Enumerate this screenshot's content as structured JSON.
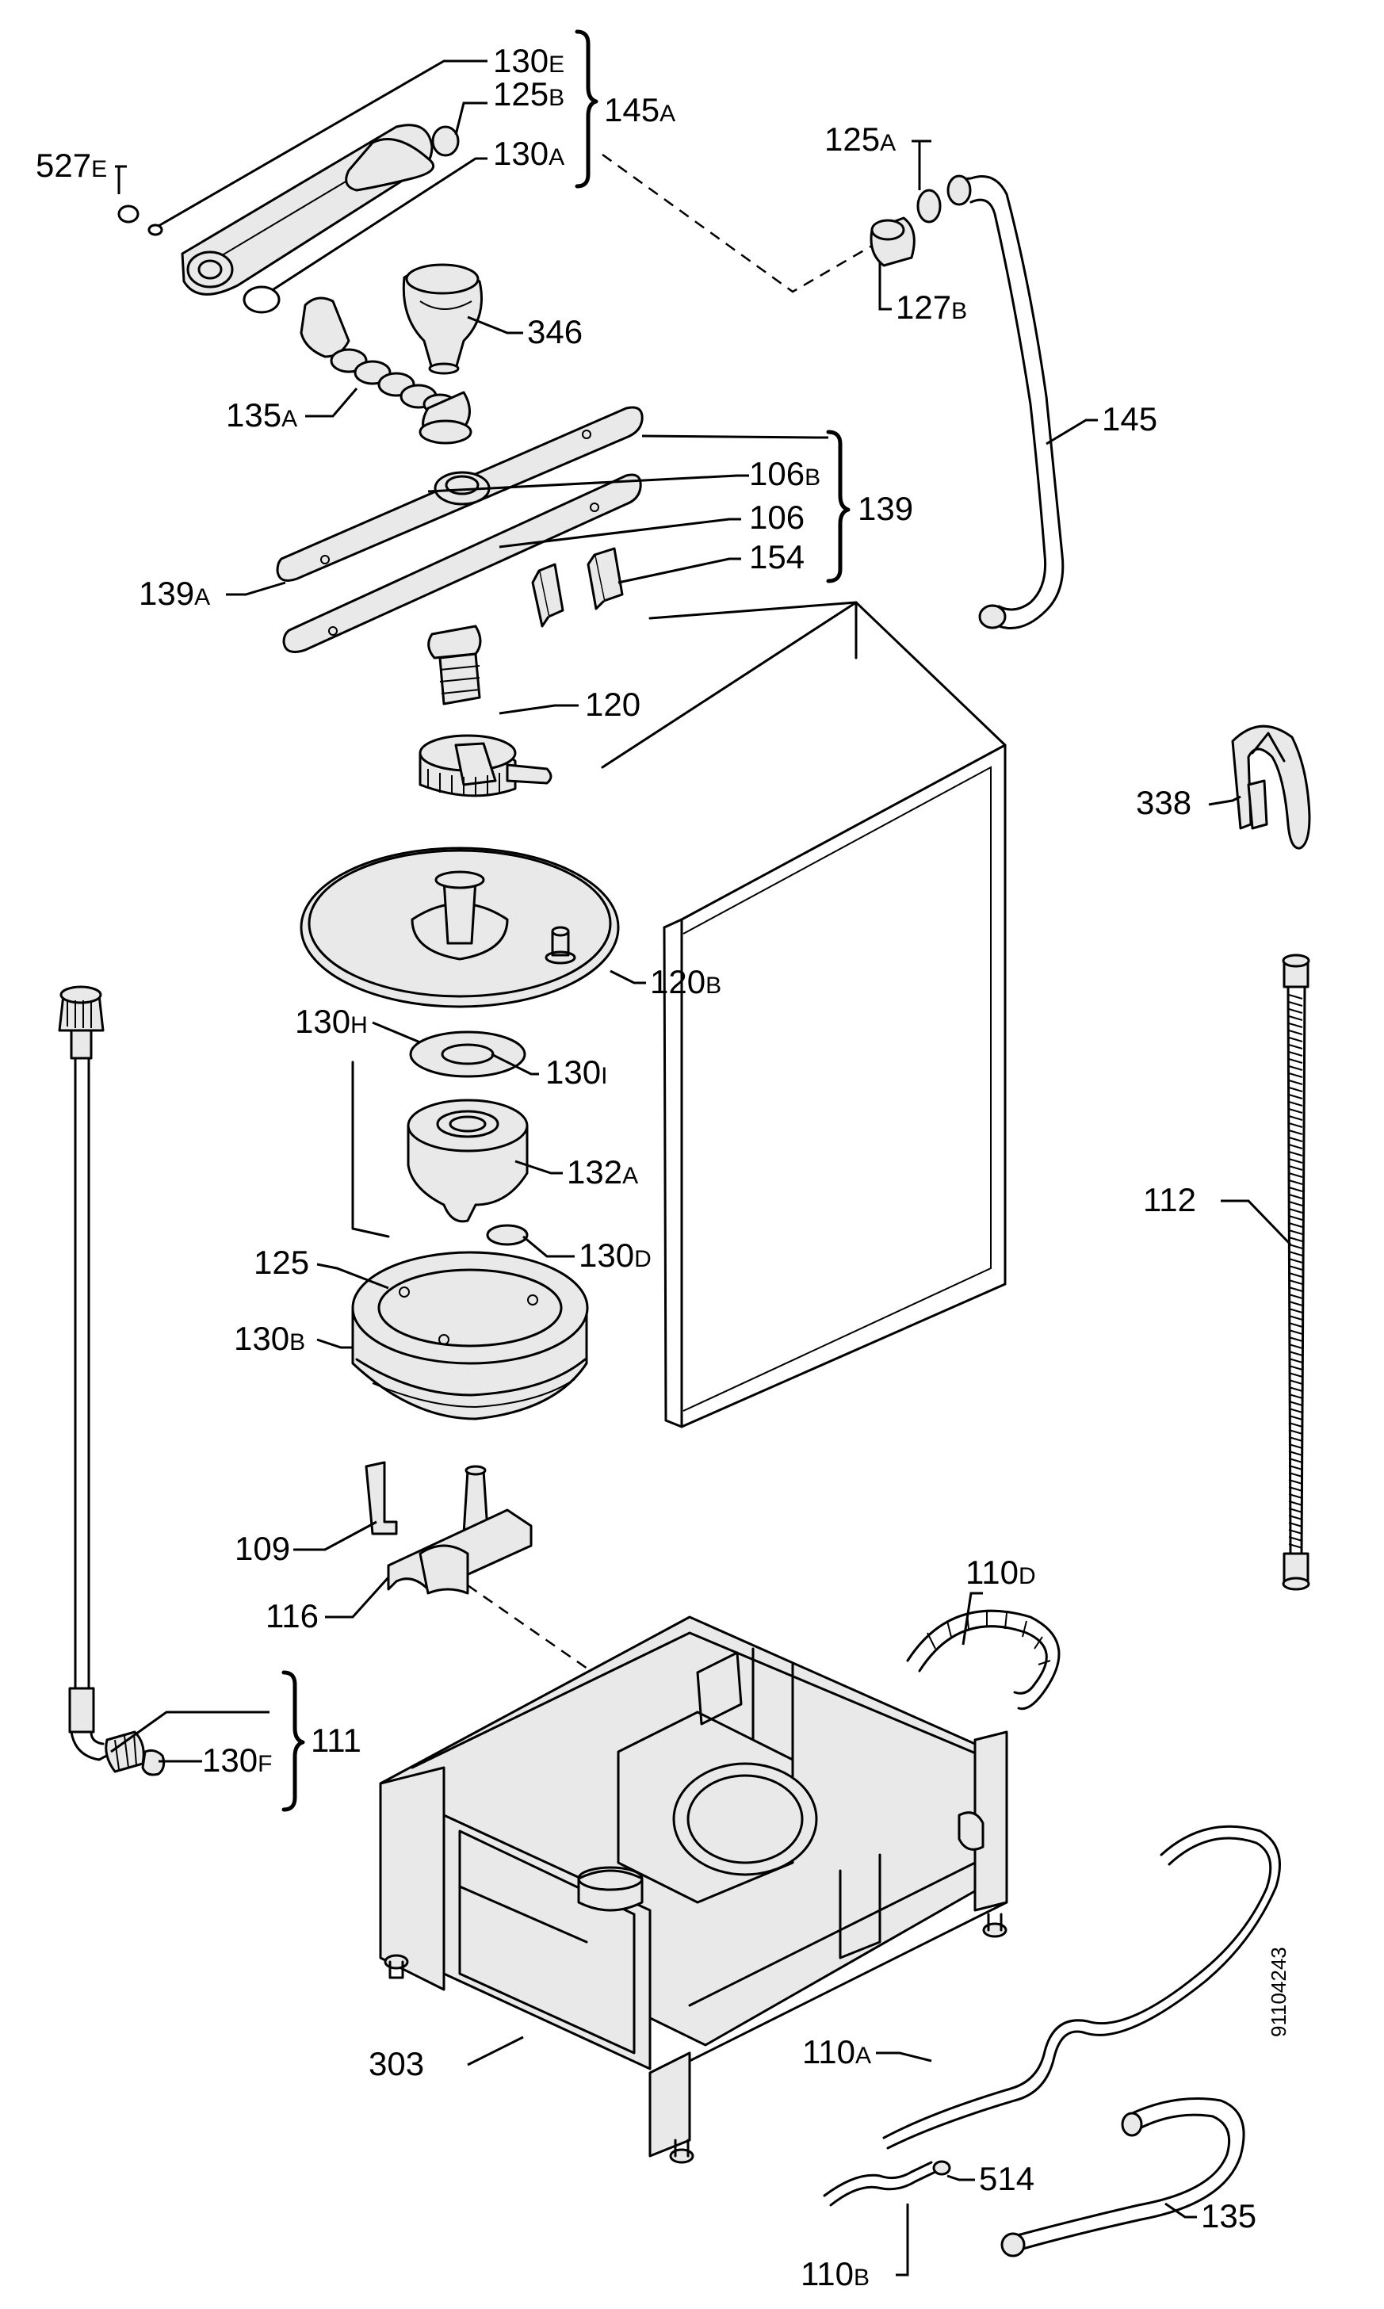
{
  "labels": {
    "l527e": {
      "num": "527",
      "suf": "E"
    },
    "l130e": {
      "num": "130",
      "suf": "E"
    },
    "l125b": {
      "num": "125",
      "suf": "B"
    },
    "l130a": {
      "num": "130",
      "suf": "A"
    },
    "l145a": {
      "num": "145",
      "suf": "A"
    },
    "l125a": {
      "num": "125",
      "suf": "A"
    },
    "l127b": {
      "num": "127",
      "suf": "B"
    },
    "l346": {
      "num": "346",
      "suf": ""
    },
    "l135a": {
      "num": "135",
      "suf": "A"
    },
    "l145": {
      "num": "145",
      "suf": ""
    },
    "l106b": {
      "num": "106",
      "suf": "B"
    },
    "l139": {
      "num": "139",
      "suf": ""
    },
    "l106": {
      "num": "106",
      "suf": ""
    },
    "l154": {
      "num": "154",
      "suf": ""
    },
    "l139a": {
      "num": "139",
      "suf": "A"
    },
    "l120": {
      "num": "120",
      "suf": ""
    },
    "l338": {
      "num": "338",
      "suf": ""
    },
    "l120b": {
      "num": "120",
      "suf": "B"
    },
    "l130h": {
      "num": "130",
      "suf": "H"
    },
    "l130i": {
      "num": "130",
      "suf": "I"
    },
    "l132a": {
      "num": "132",
      "suf": "A"
    },
    "l112": {
      "num": "112",
      "suf": ""
    },
    "l125": {
      "num": "125",
      "suf": ""
    },
    "l130d": {
      "num": "130",
      "suf": "D"
    },
    "l130b": {
      "num": "130",
      "suf": "B"
    },
    "l109": {
      "num": "109",
      "suf": ""
    },
    "l116": {
      "num": "116",
      "suf": ""
    },
    "l110d": {
      "num": "110",
      "suf": "D"
    },
    "l111": {
      "num": "111",
      "suf": ""
    },
    "l130f": {
      "num": "130",
      "suf": "F"
    },
    "l303": {
      "num": "303",
      "suf": ""
    },
    "l110a": {
      "num": "110",
      "suf": "A"
    },
    "l514": {
      "num": "514",
      "suf": ""
    },
    "l135": {
      "num": "135",
      "suf": ""
    },
    "l110bl": {
      "num": "110",
      "suf": "B"
    }
  },
  "drawing_code": "91104243"
}
